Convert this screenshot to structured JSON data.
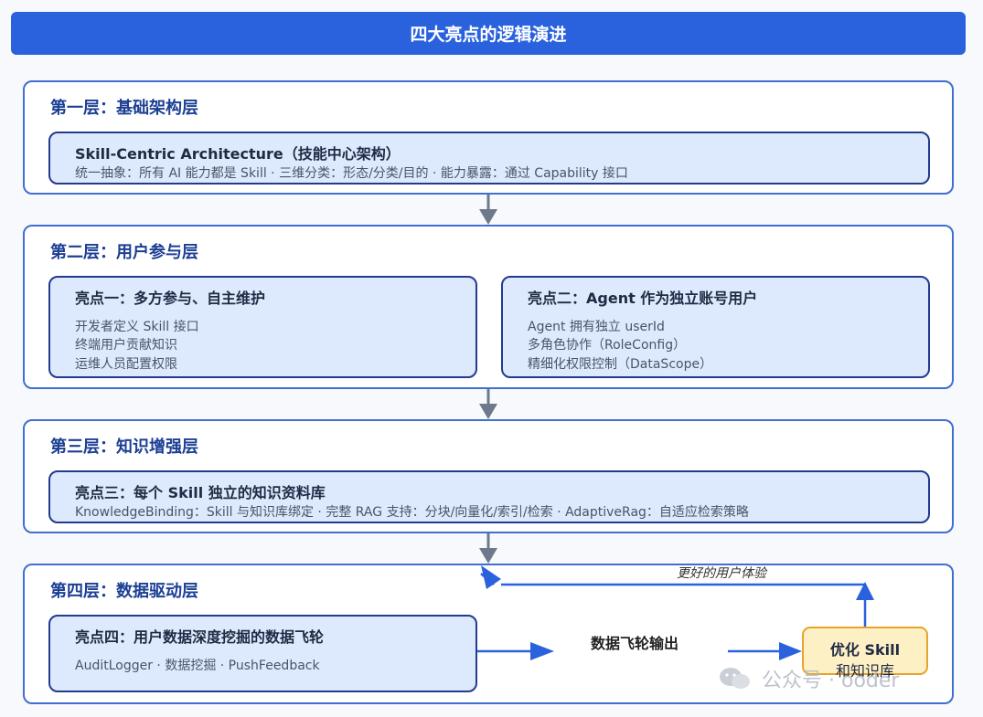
{
  "title": "四大亮点的逻辑演进",
  "layers": [
    {
      "title": "第一层：基础架构层",
      "cards": [
        {
          "title": "Skill-Centric Architecture（技能中心架构）",
          "lines": [
            "统一抽象：所有 AI 能力都是 Skill · 三维分类：形态/分类/目的 · 能力暴露：通过 Capability 接口"
          ]
        }
      ]
    },
    {
      "title": "第二层：用户参与层",
      "cards": [
        {
          "title": "亮点一：多方参与、自主维护",
          "lines": [
            "开发者定义 Skill 接口",
            "终端用户贡献知识",
            "运维人员配置权限"
          ]
        },
        {
          "title": "亮点二：Agent 作为独立账号用户",
          "lines": [
            "Agent 拥有独立 userId",
            "多角色协作（RoleConfig）",
            "精细化权限控制（DataScope）"
          ]
        }
      ]
    },
    {
      "title": "第三层：知识增强层",
      "cards": [
        {
          "title": "亮点三：每个 Skill 独立的知识资料库",
          "lines": [
            "KnowledgeBinding：Skill 与知识库绑定 · 完整 RAG 支持：分块/向量化/索引/检索 · AdaptiveRag：自适应检索策略"
          ]
        }
      ]
    },
    {
      "title": "第四层：数据驱动层",
      "cards": [
        {
          "title": "亮点四：用户数据深度挖掘的数据飞轮",
          "lines": [
            "AuditLogger · 数据挖掘 · PushFeedback"
          ]
        }
      ],
      "flywheel": {
        "output_label": "数据飞轮输出",
        "optimize_line1": "优化 Skill",
        "optimize_line2": "和知识库",
        "feedback_label": "更好的用户体验"
      }
    }
  ],
  "watermark": "公众号 · ooder",
  "colors": {
    "title_bar": "#2a62dd",
    "layer_border": "#3f6fd0",
    "card_fill": "#dde9fc",
    "card_border": "#243a8f",
    "arrow_gray": "#6d7a8c",
    "arrow_blue": "#2a62dd",
    "optimize_fill": "#fdf0c4",
    "optimize_border": "#e8a32c"
  }
}
